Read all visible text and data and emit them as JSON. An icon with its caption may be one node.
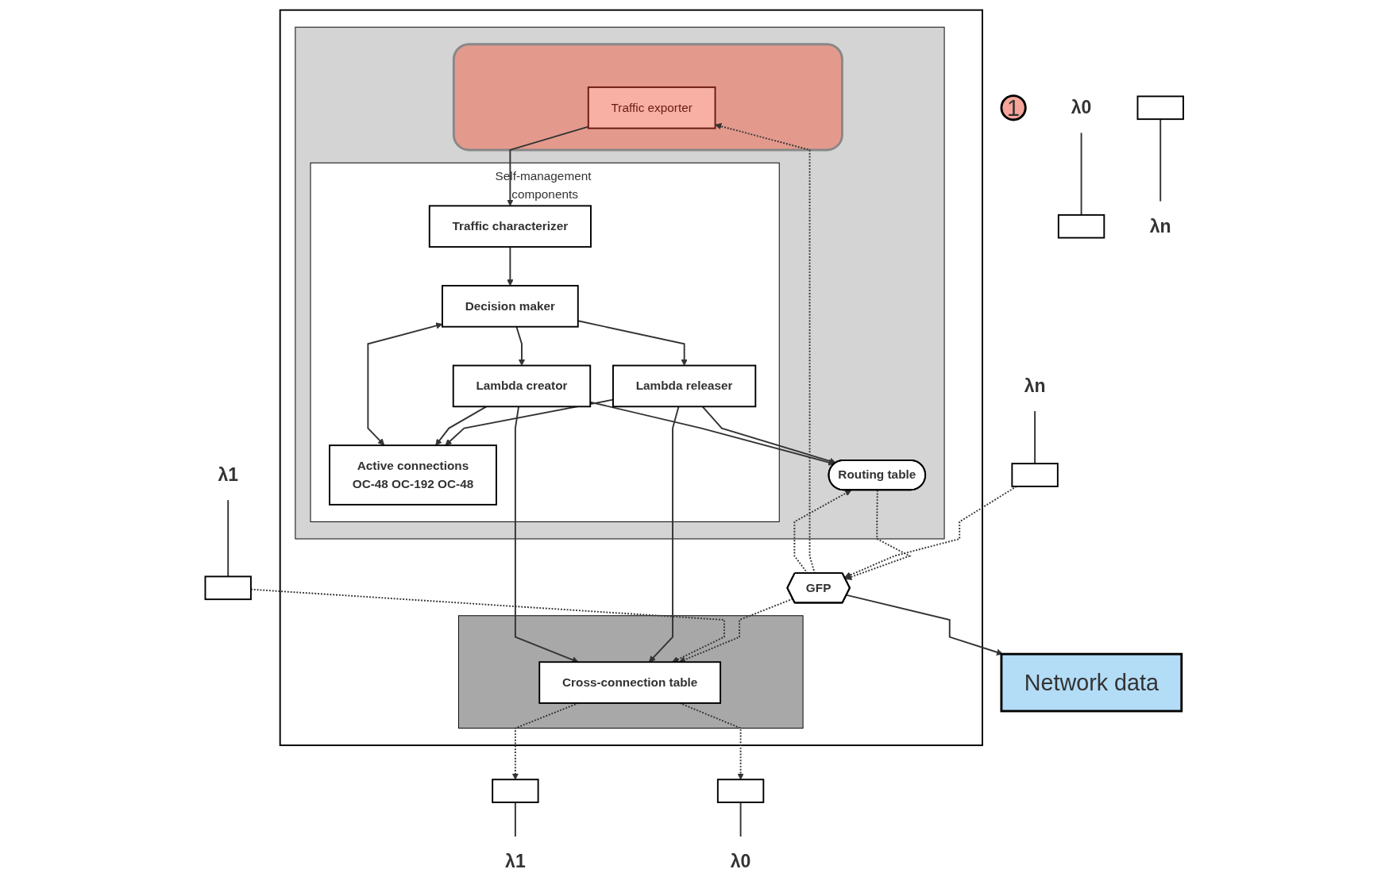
{
  "diagram": {
    "nodes": [
      {
        "text": [
          "Network data"
        ]
      },
      {
        "text": [],
        "shape": "box"
      },
      {
        "text": [],
        "shape": "box",
        "in": 1
      },
      {
        "text": [],
        "shape": "box",
        "in": 1
      },
      {
        "text": [],
        "shape": "box",
        "in": 2
      },
      {
        "text": [
          "Traffic exporter"
        ],
        "in": 4
      },
      {
        "text": [
          "1"
        ]
      },
      {
        "text": [
          "Self-management components"
        ],
        "in": 2
      },
      {
        "text": [
          "Traffic characterizer"
        ],
        "in": 7
      },
      {
        "text": [
          "Lambda releaser"
        ],
        "in": 7
      },
      {
        "text": [
          "Active connections",
          "OC-48 OC-192 OC-48"
        ],
        "in": 7
      },
      {
        "text": [
          "Decision maker"
        ],
        "in": 7
      },
      {
        "text": [
          "Lambda creator"
        ],
        "in": 7
      },
      {
        "text": [
          "Routing table"
        ],
        "in": 2
      },
      {
        "text": [
          "GFP"
        ],
        "in": 1
      },
      {
        "text": [
          "Cross-connection table"
        ],
        "in": 3
      },
      {
        "text": [],
        "shape": "box"
      },
      {
        "text": [],
        "shape": "box"
      },
      {
        "text": [],
        "shape": "box"
      },
      {
        "text": [],
        "shape": "box"
      },
      {
        "text": [],
        "shape": "box"
      },
      {
        "text": [],
        "shape": "box"
      },
      {
        "text": [
          "λn"
        ]
      },
      {
        "text": [
          "λ1"
        ]
      },
      {
        "text": [
          "λ0"
        ]
      },
      {
        "text": [
          "λn"
        ]
      },
      {
        "text": [
          "λ1"
        ]
      },
      {
        "text": [
          "λ0"
        ]
      }
    ],
    "edges": [
      {
        "from": 14,
        "to": 5,
        "arrow": "to",
        "style": "dashed"
      },
      {
        "from": 14,
        "to": 13,
        "arrow": "to",
        "style": "dashed"
      },
      {
        "from": 14,
        "to": 0,
        "arrow": "to"
      },
      {
        "from": 13,
        "to": 14,
        "arrow": "to",
        "style": "dashed"
      },
      {
        "from": 14,
        "to": 15,
        "arrow": "to",
        "style": "dashed"
      },
      {
        "from": 16,
        "to": 14,
        "arrow": "to",
        "style": "dashed"
      },
      {
        "from": 17,
        "to": 15,
        "arrow": "to",
        "style": "dashed"
      },
      {
        "from": 15,
        "to": 20,
        "arrow": "to",
        "style": "dashed"
      },
      {
        "from": 15,
        "to": 19,
        "arrow": "to",
        "style": "dashed"
      },
      {
        "from": 5,
        "to": 8,
        "arrow": "to"
      },
      {
        "from": 8,
        "to": 11,
        "arrow": "to"
      },
      {
        "from": 11,
        "to": 9,
        "arrow": "to"
      },
      {
        "from": 11,
        "to": 12,
        "arrow": "to"
      },
      {
        "from": 10,
        "to": 11,
        "arrow": "both"
      },
      {
        "from": 9,
        "to": 10,
        "arrow": "to"
      },
      {
        "from": 12,
        "to": 10,
        "arrow": "to"
      },
      {
        "from": 9,
        "to": 13,
        "arrow": "to"
      },
      {
        "from": 9,
        "to": 15,
        "arrow": "to"
      },
      {
        "from": 12,
        "to": 13,
        "arrow": "to"
      },
      {
        "from": 12,
        "to": 15,
        "arrow": "to"
      },
      {
        "from": 22,
        "to": 16,
        "arrow": "none"
      },
      {
        "from": 23,
        "to": 17,
        "arrow": "none"
      },
      {
        "from": 24,
        "to": 18,
        "arrow": "none"
      },
      {
        "from": 19,
        "to": 27,
        "arrow": "none"
      },
      {
        "from": 20,
        "to": 26,
        "arrow": "none"
      },
      {
        "from": 21,
        "to": 25,
        "arrow": "none"
      }
    ]
  }
}
